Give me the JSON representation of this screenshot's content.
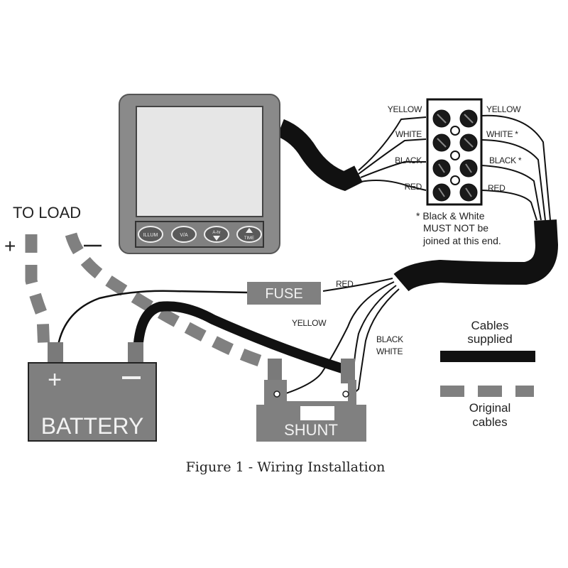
{
  "figure": {
    "caption": "Figure 1 - Wiring Installation"
  },
  "display_unit": {
    "buttons": [
      {
        "label": "ILLUM",
        "icon": "none"
      },
      {
        "label": "V/A",
        "icon": "none"
      },
      {
        "label": "A-hr",
        "icon": "down-arrow-icon"
      },
      {
        "label": "TIME",
        "icon": "up-arrow-icon"
      }
    ]
  },
  "terminal_block": {
    "left_labels": [
      "YELLOW",
      "WHITE",
      "BLACK",
      "RED"
    ],
    "right_labels": [
      "YELLOW",
      "WHITE *",
      "BLACK *",
      "RED"
    ],
    "note_lines": [
      "* Black & White",
      "MUST NOT be",
      "joined at this end."
    ]
  },
  "load": {
    "title": "TO LOAD",
    "plus": "+",
    "minus": "–"
  },
  "fuse": {
    "label": "FUSE",
    "wire_label": "RED"
  },
  "harness_labels": {
    "yellow": "YELLOW",
    "black": "BLACK",
    "white": "WHITE"
  },
  "battery": {
    "label": "BATTERY",
    "plus": "+",
    "minus": "–"
  },
  "shunt": {
    "label": "SHUNT"
  },
  "legend": {
    "supplied_lines": [
      "Cables",
      "supplied"
    ],
    "original_lines": [
      "Original",
      "cables"
    ]
  },
  "colors": {
    "component_gray": "#7f7f7f",
    "display_bezel": "#8a8a8a",
    "display_screen": "#e6e6e6",
    "cable_black": "#111111",
    "original_dashed": "#808080"
  }
}
